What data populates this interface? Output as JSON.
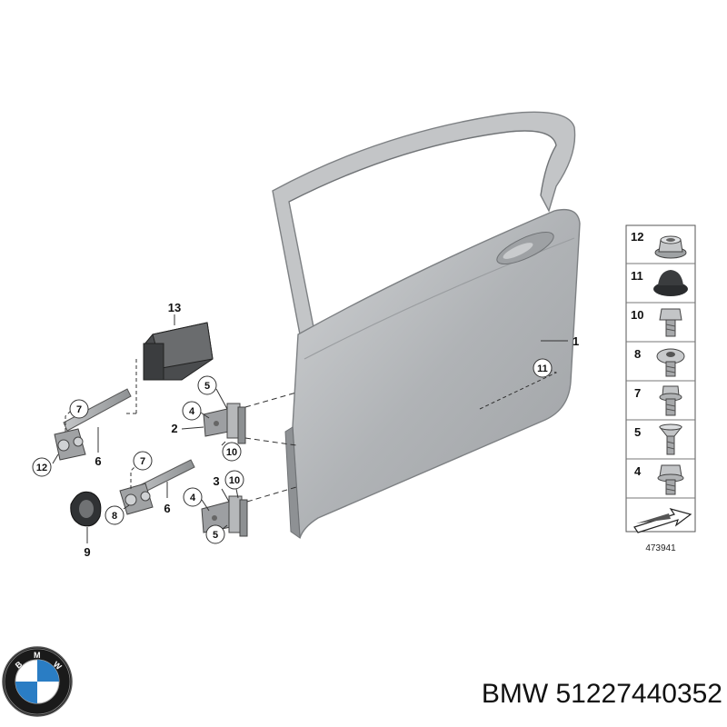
{
  "callouts": {
    "c1": "1",
    "c2": "2",
    "c3": "3",
    "c4a": "4",
    "c4b": "4",
    "c5a": "5",
    "c5b": "5",
    "c6a": "6",
    "c6b": "6",
    "c7a": "7",
    "c7b": "7",
    "c8": "8",
    "c9": "9",
    "c10a": "10",
    "c10b": "10",
    "c11": "11",
    "c12": "12",
    "c13": "13"
  },
  "legend": {
    "rows": [
      {
        "num": "12",
        "icon": "flange-nut-icon"
      },
      {
        "num": "11",
        "icon": "rubber-cap-icon"
      },
      {
        "num": "10",
        "icon": "hex-bolt-icon"
      },
      {
        "num": "8",
        "icon": "torx-bolt-icon"
      },
      {
        "num": "7",
        "icon": "collar-bolt-icon"
      },
      {
        "num": "5",
        "icon": "countersunk-screw-icon"
      },
      {
        "num": "4",
        "icon": "hex-bolt-washer-icon"
      }
    ],
    "reference_number": "473941"
  },
  "brand": {
    "logo_letters": "BMW",
    "caption": "BMW 51227440352"
  },
  "colors": {
    "door": "#b3b6b9",
    "door_edge": "#8c8f92",
    "metal": "#a9abad",
    "line": "#333333"
  }
}
